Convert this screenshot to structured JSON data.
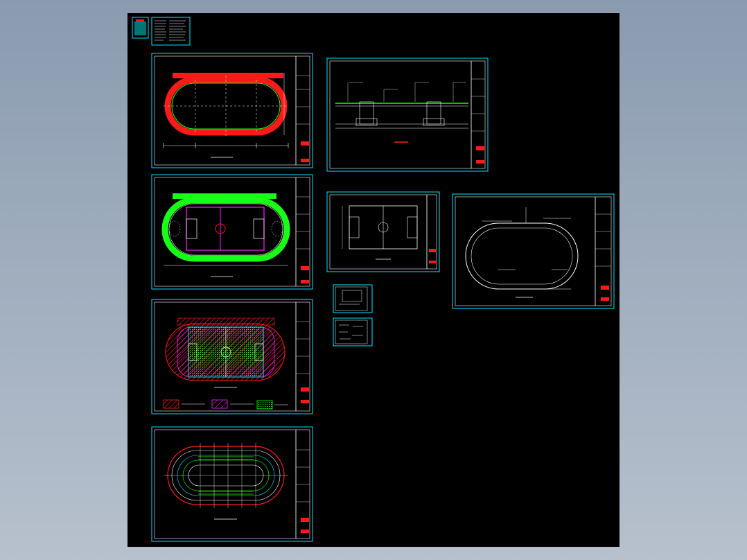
{
  "viewer": {
    "background": "#000000",
    "frame_color": "#00d8ff"
  },
  "colors": {
    "track_red": "#ff1a1a",
    "field_green": "#18ff18",
    "pitch_magenta": "#ff20ff",
    "cyan": "#00e5ff",
    "white": "#ffffff"
  },
  "sheets": [
    {
      "id": "track-plan-red",
      "kind": "track-plan"
    },
    {
      "id": "track-plan-green",
      "kind": "field-plan"
    },
    {
      "id": "paving-plan",
      "kind": "paving-plan"
    },
    {
      "id": "lane-marking-plan",
      "kind": "lane-plan"
    },
    {
      "id": "section-detail",
      "kind": "section"
    },
    {
      "id": "football-pitch",
      "kind": "pitch"
    },
    {
      "id": "drainage-plan",
      "kind": "drainage"
    },
    {
      "id": "small-detail-1",
      "kind": "detail"
    },
    {
      "id": "small-detail-2",
      "kind": "detail"
    }
  ]
}
